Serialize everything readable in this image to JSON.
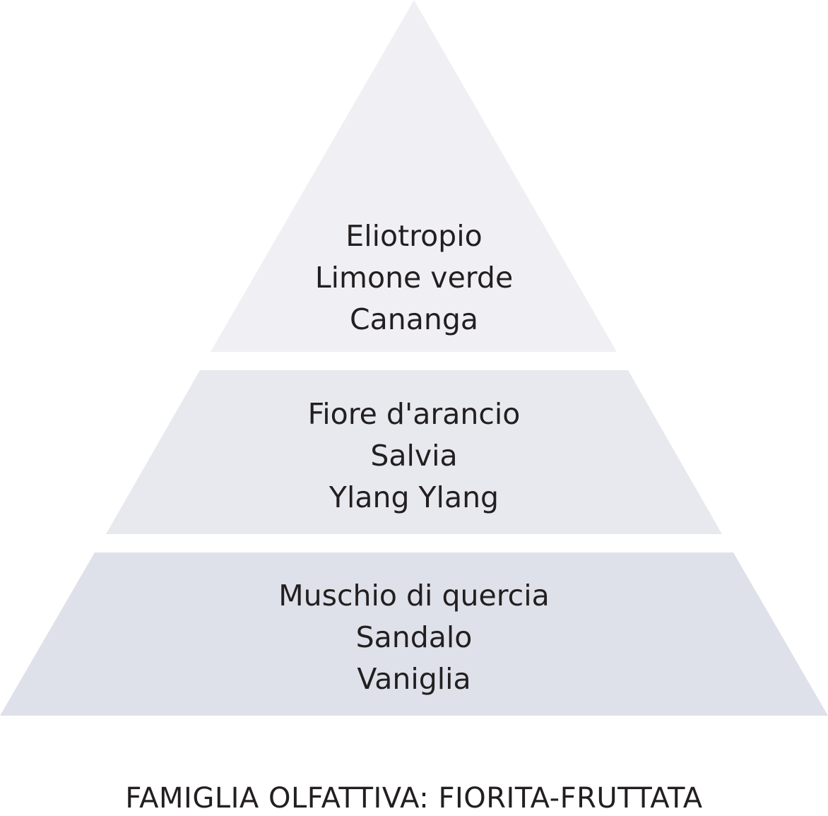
{
  "pyramid": {
    "top": {
      "notes": [
        "Eliotropio",
        "Limone verde",
        "Cananga"
      ],
      "color": "#f0f0f4"
    },
    "middle": {
      "notes": [
        "Fiore d'arancio",
        "Salvia",
        "Ylang Ylang"
      ],
      "color": "#e8e9ef"
    },
    "base": {
      "notes": [
        "Muschio di quercia",
        "Sandalo",
        "Vaniglia"
      ],
      "color": "#dfe1ea"
    }
  },
  "footer": {
    "label": "FAMIGLIA OLFATTIVA: FIORITA-FRUTTATA"
  }
}
